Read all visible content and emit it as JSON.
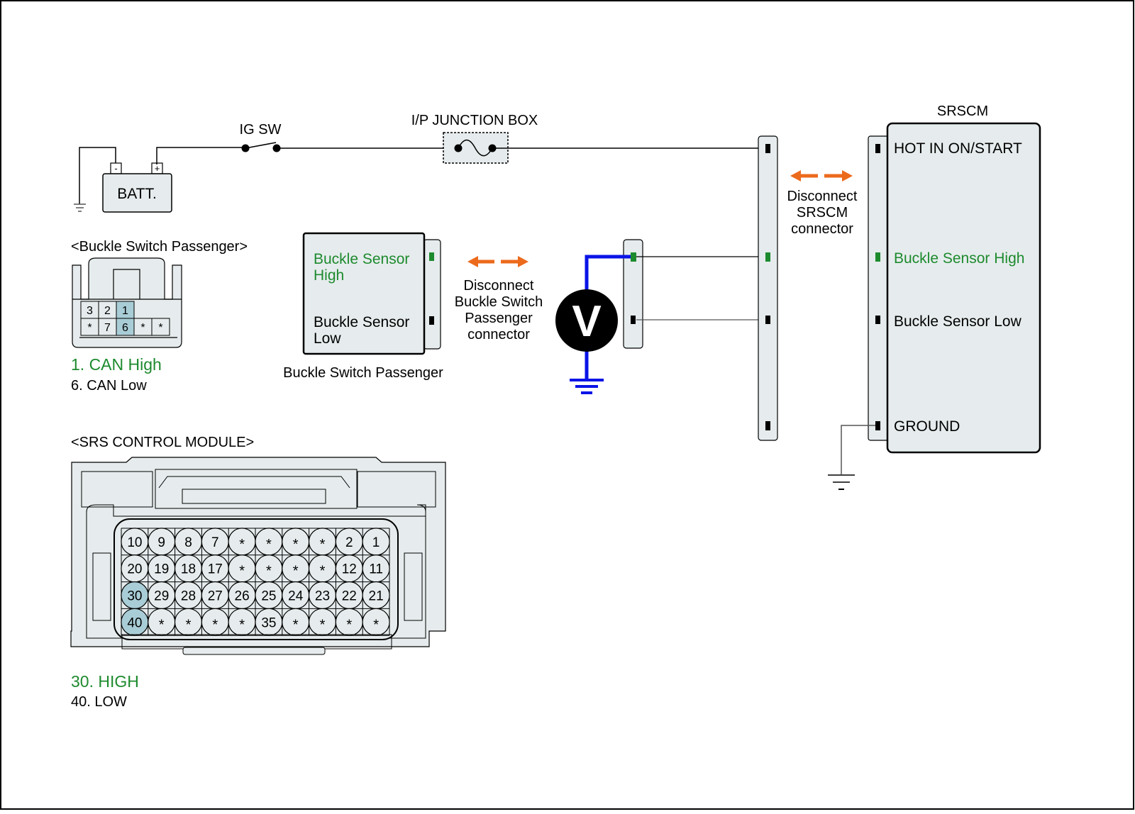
{
  "colors": {
    "wire": "#000000",
    "module_fill": "#e6eced",
    "pin_highlight": "#a9cdd6",
    "high_signal": "#1d8a2e",
    "probe_wire": "#0a14e6",
    "arrow": "#ec6a1c",
    "meter": "#000000"
  },
  "power": {
    "battery_label": "BATT.",
    "battery_neg": "-",
    "battery_pos": "+",
    "ig_switch_label": "IG SW",
    "junction_box_label": "I/P JUNCTION BOX"
  },
  "buckle_switch_connector_view": {
    "title": "<Buckle Switch Passenger>",
    "pins_row1": [
      "3",
      "2",
      "1"
    ],
    "pins_row2": [
      "*",
      "7",
      "6",
      "*",
      "*"
    ],
    "highlighted_pins": [
      "1",
      "6"
    ],
    "legend": [
      {
        "text": "1. CAN High",
        "signal": "high"
      },
      {
        "text": "6. CAN Low",
        "signal": "low"
      }
    ]
  },
  "buckle_switch_module": {
    "name": "Buckle Switch Passenger",
    "pin_high_label_line1": "Buckle Sensor",
    "pin_high_label_line2": "High",
    "pin_low_label_line1": "Buckle Sensor",
    "pin_low_label_line2": "Low"
  },
  "disconnect_buckle": {
    "line1": "Disconnect",
    "line2": "Buckle Switch",
    "line3": "Passenger",
    "line4": "connector"
  },
  "voltmeter": {
    "symbol": "V"
  },
  "disconnect_srscm": {
    "line1": "Disconnect",
    "line2": "SRSCM",
    "line3": "connector"
  },
  "srscm": {
    "title": "SRSCM",
    "pins": [
      {
        "label": "HOT IN ON/START",
        "signal": "normal"
      },
      {
        "label": "Buckle Sensor High",
        "signal": "high"
      },
      {
        "label": "Buckle Sensor Low",
        "signal": "normal"
      },
      {
        "label": "GROUND",
        "signal": "normal"
      }
    ]
  },
  "srs_connector_view": {
    "title": "<SRS CONTROL MODULE>",
    "rows": [
      [
        "10",
        "9",
        "8",
        "7",
        "*",
        "*",
        "*",
        "*",
        "2",
        "1"
      ],
      [
        "20",
        "19",
        "18",
        "17",
        "*",
        "*",
        "*",
        "*",
        "12",
        "11"
      ],
      [
        "30",
        "29",
        "28",
        "27",
        "26",
        "25",
        "24",
        "23",
        "22",
        "21"
      ],
      [
        "40",
        "*",
        "*",
        "*",
        "*",
        "35",
        "*",
        "*",
        "*",
        "*"
      ]
    ],
    "highlighted_pins": [
      "30",
      "40"
    ],
    "legend": [
      {
        "text": "30. HIGH",
        "signal": "high"
      },
      {
        "text": "40. LOW",
        "signal": "low"
      }
    ]
  }
}
